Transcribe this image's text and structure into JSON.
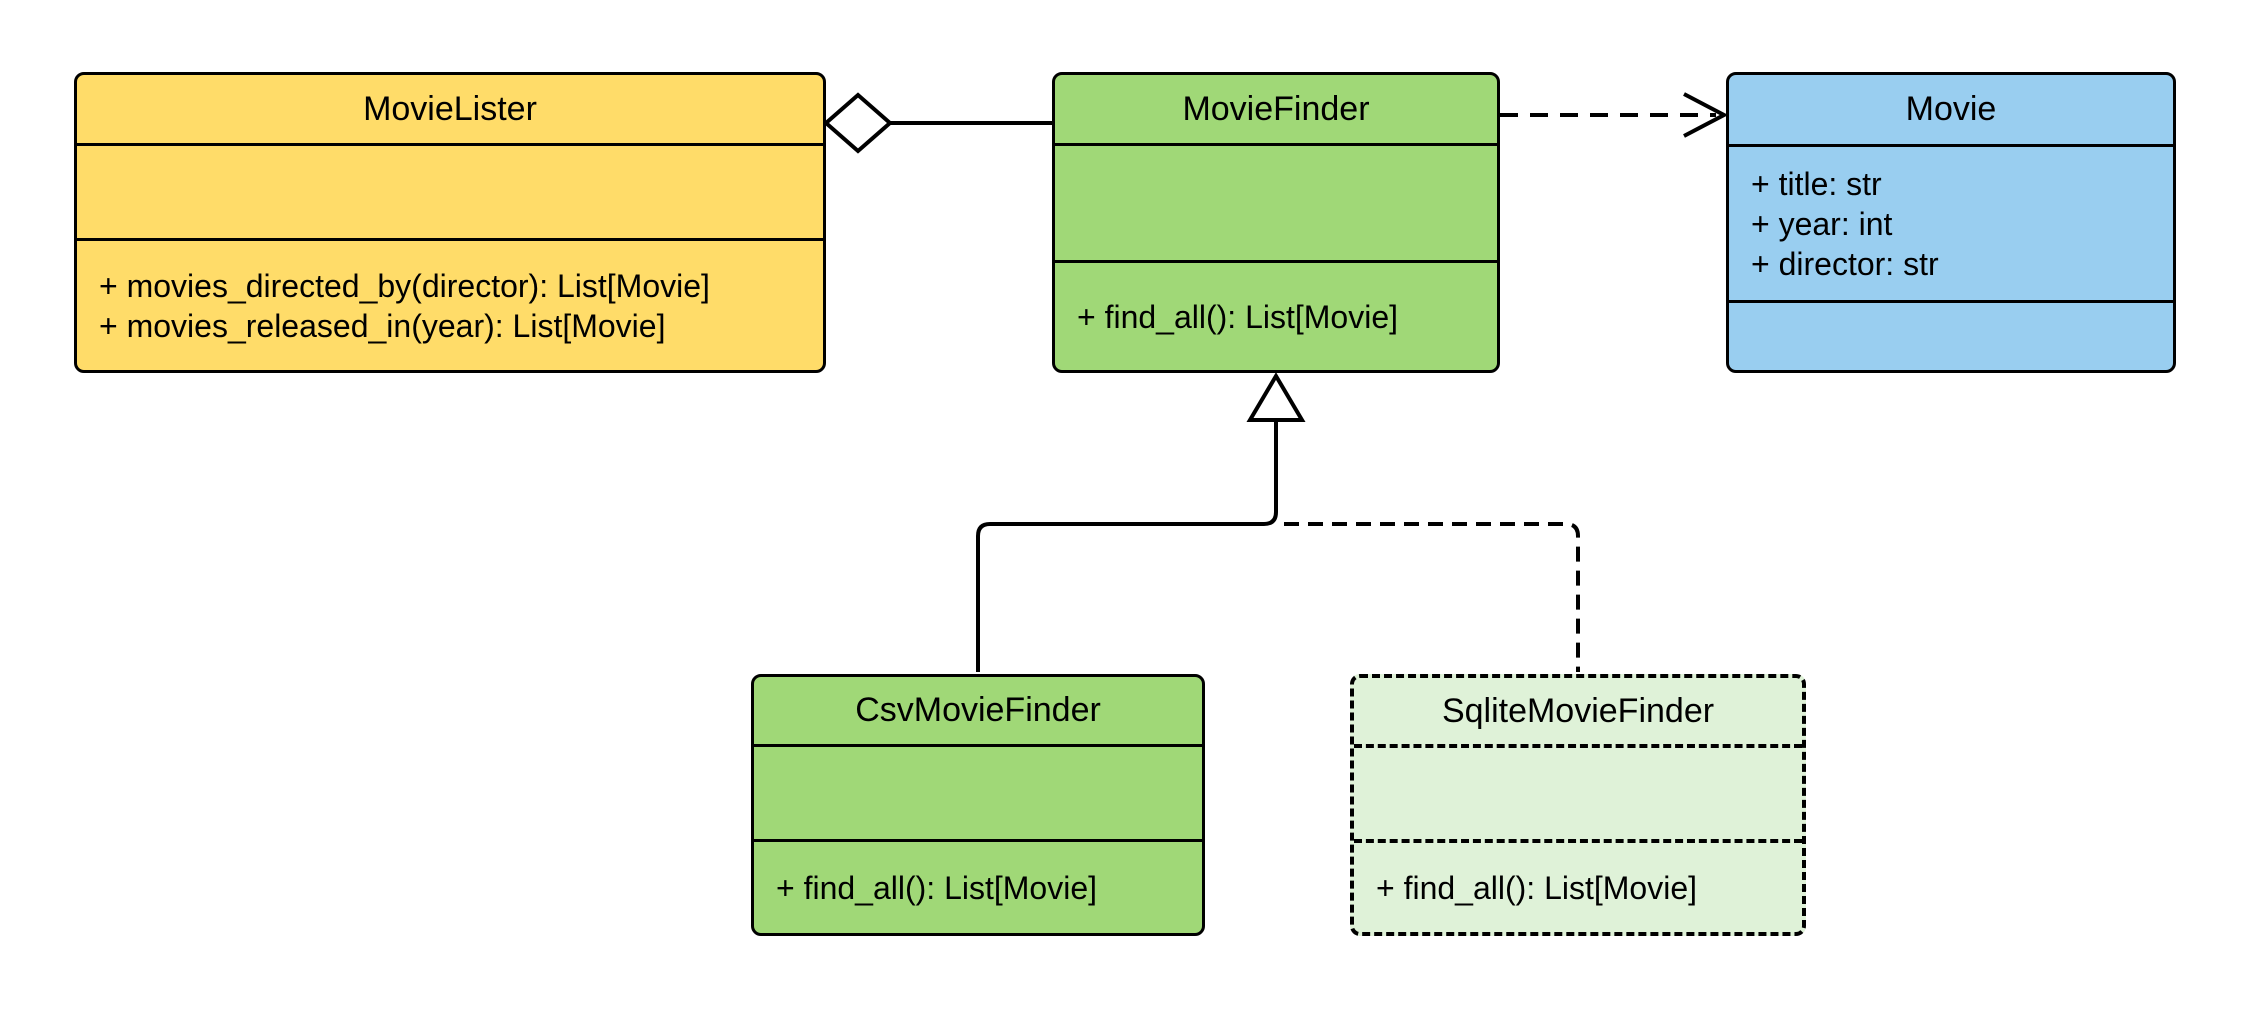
{
  "diagram": {
    "kind": "uml-class-diagram",
    "background": "#FFFFFF",
    "colors": {
      "movie_lister_fill": "#FFDC69",
      "movie_finder_fill": "#A0D877",
      "movie_fill": "#99CEF0",
      "csv_movie_finder_fill": "#A0D877",
      "sqlite_movie_finder_fill": "#DFF2D8",
      "stroke": "#000000",
      "text": "#000000"
    },
    "classes": [
      {
        "name": "MovieLister",
        "attributes": [],
        "methods": [
          "+ movies_directed_by(director): List[Movie]",
          "+ movies_released_in(year): List[Movie]"
        ]
      },
      {
        "name": "MovieFinder",
        "attributes": [],
        "methods": [
          "+ find_all(): List[Movie]"
        ]
      },
      {
        "name": "Movie",
        "attributes": [
          "+ title: str",
          "+ year: int",
          "+ director: str"
        ],
        "methods": []
      },
      {
        "name": "CsvMovieFinder",
        "attributes": [],
        "methods": [
          "+ find_all(): List[Movie]"
        ]
      },
      {
        "name": "SqliteMovieFinder",
        "attributes": [],
        "methods": [
          "+ find_all(): List[Movie]"
        ]
      }
    ],
    "relationships": [
      {
        "type": "aggregation",
        "from": "MovieLister",
        "to": "MovieFinder",
        "line": "solid",
        "marker": "hollow-diamond"
      },
      {
        "type": "dependency",
        "from": "MovieFinder",
        "to": "Movie",
        "line": "dashed",
        "marker": "open-arrow"
      },
      {
        "type": "generalization",
        "from": "CsvMovieFinder",
        "to": "MovieFinder",
        "line": "solid",
        "marker": "hollow-triangle"
      },
      {
        "type": "generalization",
        "from": "SqliteMovieFinder",
        "to": "MovieFinder",
        "line": "dashed",
        "marker": "hollow-triangle"
      }
    ]
  }
}
